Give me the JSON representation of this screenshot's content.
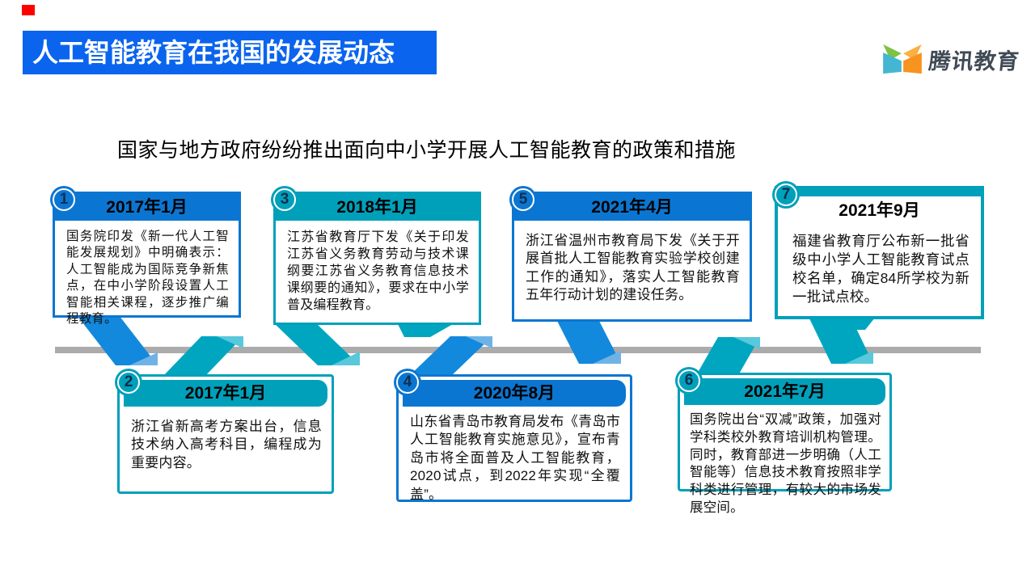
{
  "slide": {
    "title": "人工智能教育在我国的发展动态",
    "subtitle": "国家与地方政府纷纷推出面向中小学开展人工智能教育的政策和措施"
  },
  "logo": {
    "text": "腾讯教育"
  },
  "colors": {
    "title_bar_bg": "#0A64EE",
    "blue": "#0B76D1",
    "blue_ribbon": "#1289DC",
    "blue_fold": "#6FB3E6",
    "teal": "#00A0BA",
    "teal_ribbon": "#00A6C0",
    "teal_fold": "#59C8DA",
    "gray_bar": "#ABABAB",
    "red_corner": "#FE0000",
    "text_dark": "#111111",
    "logo_text": "#3F4A55",
    "logo_green": "#7DC242",
    "logo_teal": "#45B6D2",
    "logo_yellow": "#FBB03F",
    "logo_orange": "#F7931E"
  },
  "timeline": {
    "items": [
      {
        "num": "1",
        "date": "2017年1月",
        "theme": "blue",
        "position": "top",
        "text": "国务院印发《新一代人工智能发展规划》中明确表示： 人工智能成为国际竞争新焦点，在中小学阶段设置人工智能相关课程，逐步推广编程教育。"
      },
      {
        "num": "2",
        "date": "2017年1月",
        "theme": "teal",
        "position": "bottom",
        "text": "浙江省新高考方案出台，信息技术纳入高考科目，编程成为重要内容。"
      },
      {
        "num": "3",
        "date": "2018年1月",
        "theme": "teal",
        "position": "top",
        "text": "江苏省教育厅下发《关于印发江苏省义务教育劳动与技术课纲要江苏省义务教育信息技术课纲要的通知》，要求在中小学普及编程教育。"
      },
      {
        "num": "4",
        "date": "2020年8月",
        "theme": "blue",
        "position": "bottom",
        "text": "山东省青岛市教育局发布《青岛市人工智能教育实施意见》，宣布青岛市将全面普及人工智能教育，2020试点，到2022年实现“全覆盖”。"
      },
      {
        "num": "5",
        "date": "2021年4月",
        "theme": "blue",
        "position": "top",
        "text": "浙江省温州市教育局下发《关于开展首批人工智能教育实验学校创建工作的通知》，落实人工智能教育五年行动计划的建设任务。"
      },
      {
        "num": "6",
        "date": "2021年7月",
        "theme": "teal",
        "position": "bottom",
        "text": "国务院出台“双减”政策，加强对学科类校外教育培训机构管理。同时，教育部进一步明确（人工智能等）信息技术教育按照非学科类进行管理，有较大的市场发展空间。"
      },
      {
        "num": "7",
        "date": "2021年9月",
        "theme": "teal",
        "position": "top",
        "text": "福建省教育厅公布新一批省级中小学人工智能教育试点校名单，确定84所学校为新一批试点校。"
      }
    ]
  }
}
